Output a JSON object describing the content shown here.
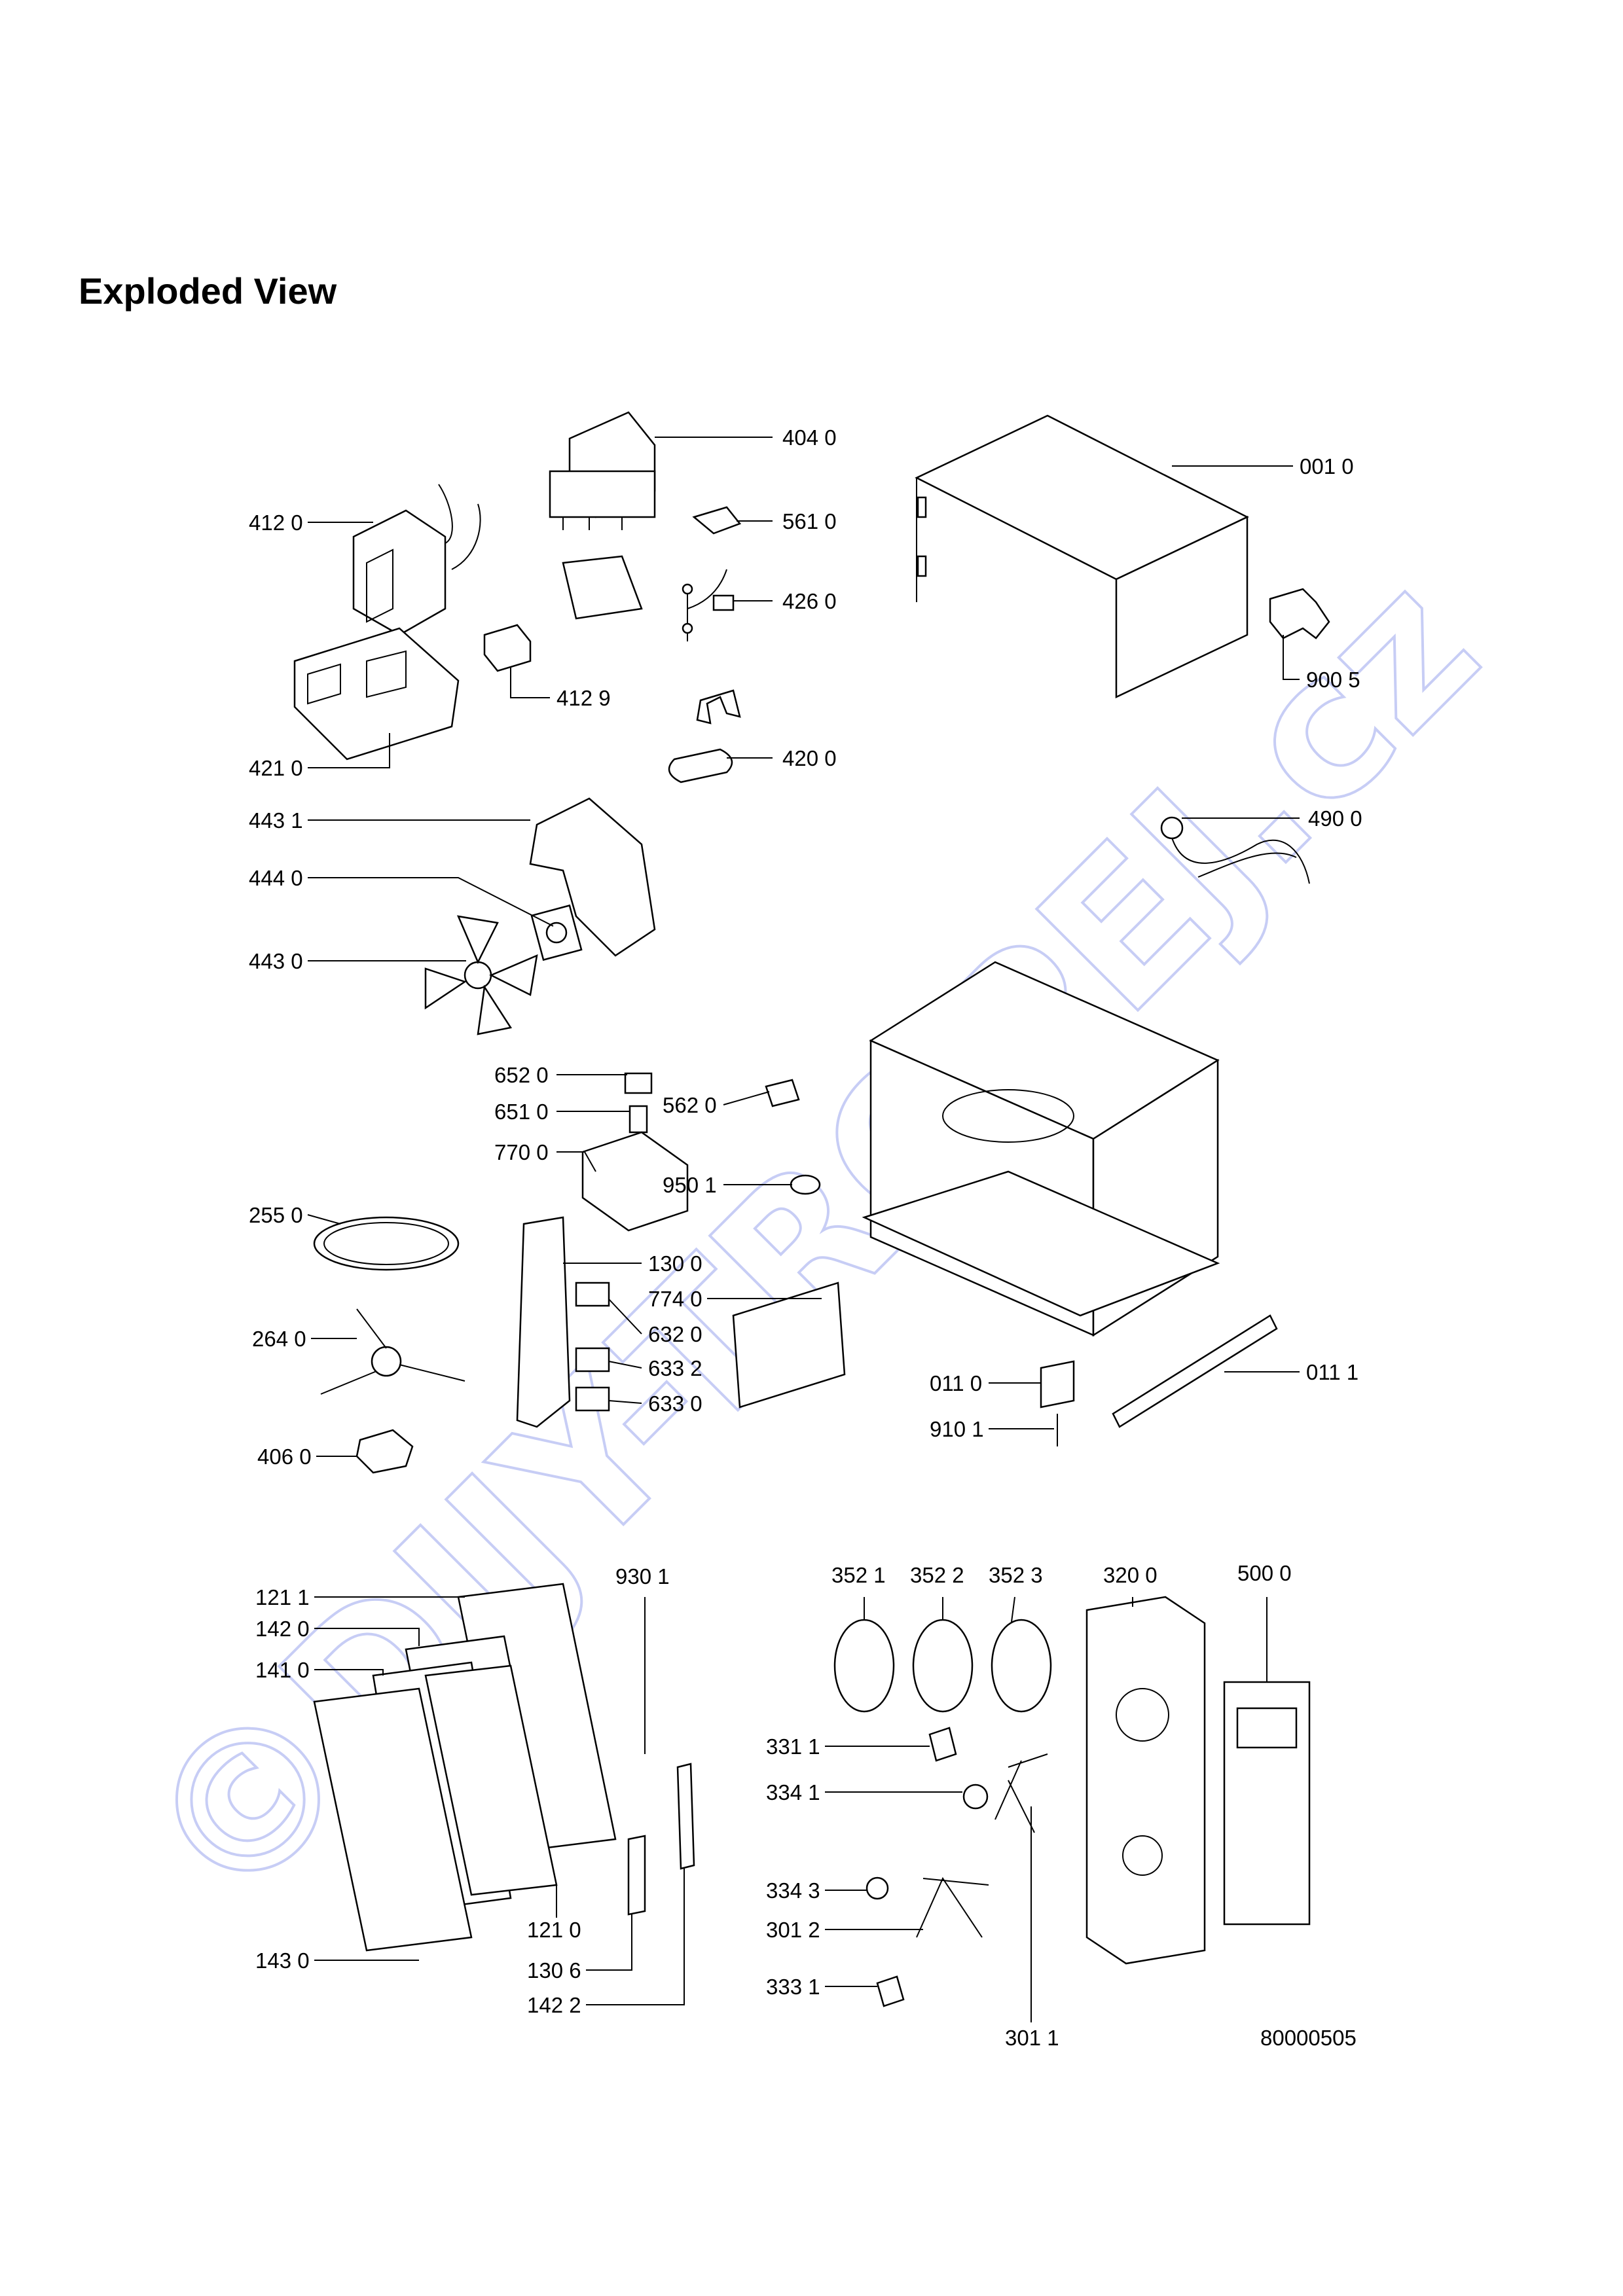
{
  "page": {
    "title": "Exploded View",
    "drawing_number": "80000505",
    "watermark": "©DIJY-TROPEJ.cz"
  },
  "parts": [
    {
      "id": "p4040",
      "label": "404 0"
    },
    {
      "id": "p0010",
      "label": "001 0"
    },
    {
      "id": "p4120",
      "label": "412 0"
    },
    {
      "id": "p5610",
      "label": "561 0"
    },
    {
      "id": "p4260",
      "label": "426 0"
    },
    {
      "id": "p9005",
      "label": "900 5"
    },
    {
      "id": "p4129",
      "label": "412 9"
    },
    {
      "id": "p4200",
      "label": "420 0"
    },
    {
      "id": "p4210",
      "label": "421 0"
    },
    {
      "id": "p4431",
      "label": "443 1"
    },
    {
      "id": "p4900",
      "label": "490 0"
    },
    {
      "id": "p4440",
      "label": "444 0"
    },
    {
      "id": "p4430",
      "label": "443 0"
    },
    {
      "id": "p6520",
      "label": "652 0"
    },
    {
      "id": "p5620",
      "label": "562 0"
    },
    {
      "id": "p6510",
      "label": "651 0"
    },
    {
      "id": "p7700",
      "label": "770 0"
    },
    {
      "id": "p9501",
      "label": "950 1"
    },
    {
      "id": "p2550",
      "label": "255 0"
    },
    {
      "id": "p1300",
      "label": "130 0"
    },
    {
      "id": "p7740",
      "label": "774 0"
    },
    {
      "id": "p6320",
      "label": "632 0"
    },
    {
      "id": "p2640",
      "label": "264 0"
    },
    {
      "id": "p6332",
      "label": "633 2"
    },
    {
      "id": "p0110",
      "label": "011 0"
    },
    {
      "id": "p0111",
      "label": "011 1"
    },
    {
      "id": "p6330",
      "label": "633 0"
    },
    {
      "id": "p9101",
      "label": "910 1"
    },
    {
      "id": "p4060",
      "label": "406 0"
    },
    {
      "id": "p9301",
      "label": "930 1"
    },
    {
      "id": "p3521",
      "label": "352 1"
    },
    {
      "id": "p3522",
      "label": "352 2"
    },
    {
      "id": "p3523",
      "label": "352 3"
    },
    {
      "id": "p3200",
      "label": "320 0"
    },
    {
      "id": "p5000",
      "label": "500 0"
    },
    {
      "id": "p1211",
      "label": "121 1"
    },
    {
      "id": "p1420",
      "label": "142 0"
    },
    {
      "id": "p1410",
      "label": "141 0"
    },
    {
      "id": "p3311",
      "label": "331 1"
    },
    {
      "id": "p3341",
      "label": "334 1"
    },
    {
      "id": "p3343",
      "label": "334 3"
    },
    {
      "id": "p1210",
      "label": "121 0"
    },
    {
      "id": "p3012",
      "label": "301 2"
    },
    {
      "id": "p1430",
      "label": "143 0"
    },
    {
      "id": "p1306",
      "label": "130 6"
    },
    {
      "id": "p3331",
      "label": "333 1"
    },
    {
      "id": "p1422",
      "label": "142 2"
    },
    {
      "id": "p3011",
      "label": "301 1"
    }
  ]
}
